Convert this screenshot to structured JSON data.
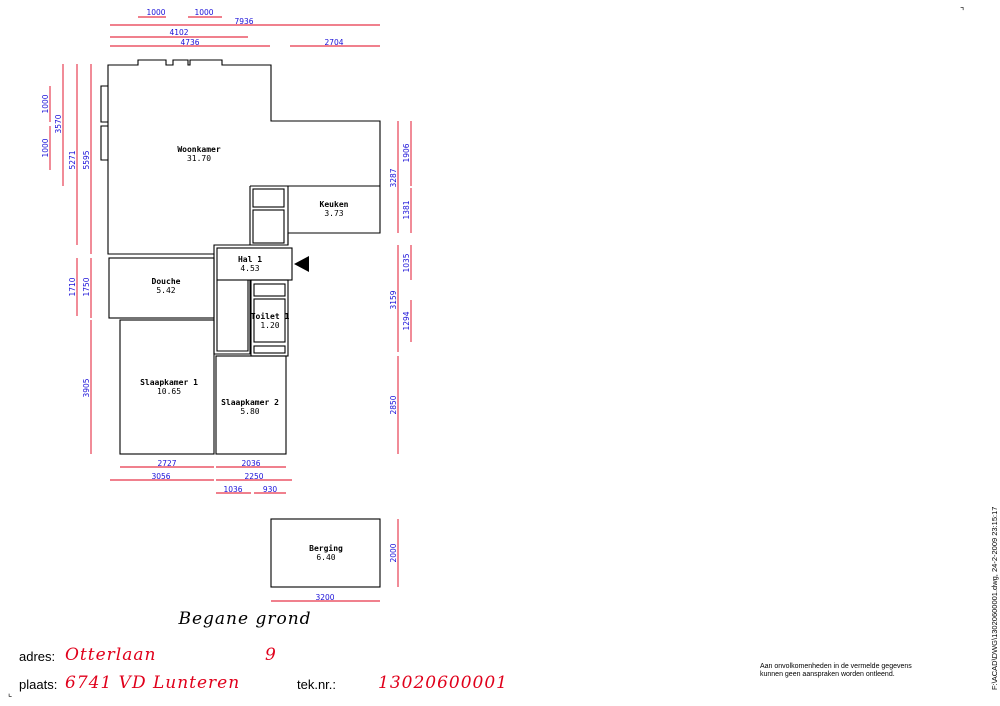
{
  "plan": {
    "title": "Begane grond",
    "rooms": [
      {
        "key": "woonkamer",
        "name": "Woonkamer",
        "area": "31.70"
      },
      {
        "key": "keuken",
        "name": "Keuken",
        "area": "3.73"
      },
      {
        "key": "hal",
        "name": "Hal 1",
        "area": "4.53"
      },
      {
        "key": "douche",
        "name": "Douche",
        "area": "5.42"
      },
      {
        "key": "toilet",
        "name": "Toilet 1",
        "area": "1.20"
      },
      {
        "key": "slaapkamer1",
        "name": "Slaapkamer 1",
        "area": "10.65"
      },
      {
        "key": "slaapkamer2",
        "name": "Slaapkamer 2",
        "area": "5.80"
      },
      {
        "key": "berging",
        "name": "Berging",
        "area": "6.40"
      }
    ],
    "dimensions": {
      "top_1000_a": "1000",
      "top_1000_b": "1000",
      "top_7936": "7936",
      "top_4102": "4102",
      "top_4736": "4736",
      "top_2704": "2704",
      "left_1000_a": "1000",
      "left_1000_b": "1000",
      "left_3570": "3570",
      "left_5271": "5271",
      "left_5595": "5595",
      "left_1710": "1710",
      "left_1750": "1750",
      "left_3905": "3905",
      "right_1906": "1906",
      "right_3287": "3287",
      "right_1381": "1381",
      "right_1035": "1035",
      "right_3159": "3159",
      "right_1294": "1294",
      "right_2850": "2850",
      "bottom_2727": "2727",
      "bottom_2036": "2036",
      "bottom_3056": "3056",
      "bottom_2250": "2250",
      "bottom_1036": "1036",
      "bottom_930": "930",
      "berging_2000": "2000",
      "berging_3200": "3200"
    }
  },
  "footer": {
    "adres_label": "adres:",
    "adres_street": "Otterlaan",
    "adres_number": "9",
    "plaats_label": "plaats:",
    "plaats_value": "6741 VD Lunteren",
    "teknr_label": "tek.nr.:",
    "teknr_value": "13020600001",
    "disclaimer_line1": "Aan onvolkomenheden in de vermelde gegevens",
    "disclaimer_line2": "kunnen geen aanspraken worden ontleend.",
    "file_path": "F:\\ACAD\\DWG\\13020600001.dwg, 24-2-2009 23:15:17"
  }
}
